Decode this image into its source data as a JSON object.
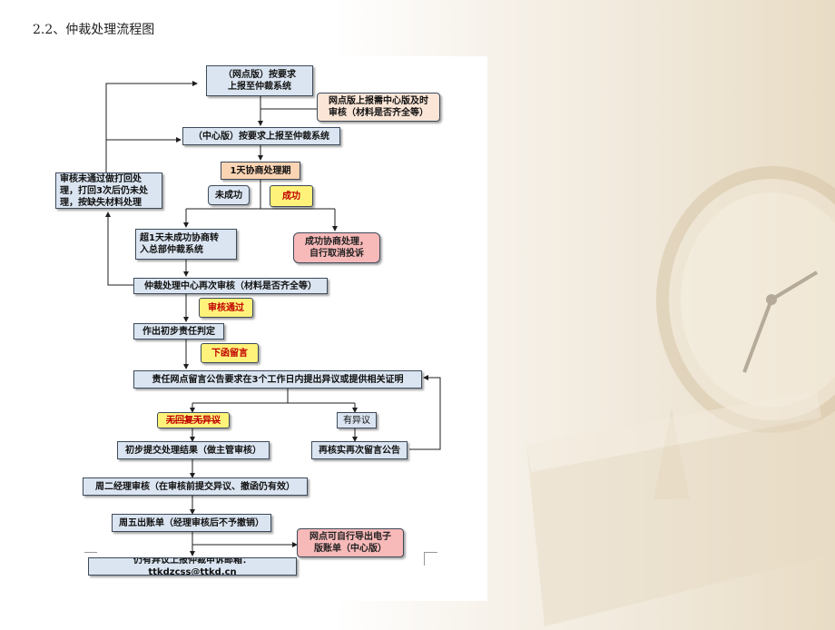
{
  "page": {
    "title": "2.2、仲裁处理流程图"
  },
  "colors": {
    "node_blue": "#dbe5f1",
    "node_peach": "#fbe5d6",
    "node_pink": "#f8b9b9",
    "node_yellow": "#fff27a",
    "line": "#1f1f1f",
    "red_text": "#c00000"
  },
  "flow": {
    "n1": "（网点版）按要求\n上报至仲裁系统",
    "n2": "网点版上报需中心版及时\n审核（材料是否齐全等）",
    "n3": "（中心版）按要求上报至仲裁系统",
    "n4": "1天协商处理期",
    "n5": "未成功",
    "n6": "成功",
    "n7": "审核未通过做打回处\n理，打回3次后仍未处\n理，按缺失材料处理",
    "n8": "超1天未成功协商转\n入总部仲裁系统",
    "n9": "成功协商处理，\n自行取消投诉",
    "n10": "仲裁处理中心再次审核（材料是否齐全等）",
    "n11": "审核通过",
    "n12": "作出初步责任判定",
    "n13": "下函留言",
    "n14": "责任网点留言公告要求在3个工作日内提出异议或提供相关证明",
    "n15": "无回复无异议",
    "n16": "有异议",
    "n17": "初步提交处理结果（做主管审核）",
    "n18": "再核实再次留言公告",
    "n19": "周二经理审核（在审核前提交异议、撤函仍有效）",
    "n20": "周五出账单（经理审核后不予撤销）",
    "n21": "网点可自行导出电子\n版账单（中心版）",
    "n22": "仍有异议上报仲裁申诉邮箱：ttkdzcss@ttkd.cn"
  }
}
